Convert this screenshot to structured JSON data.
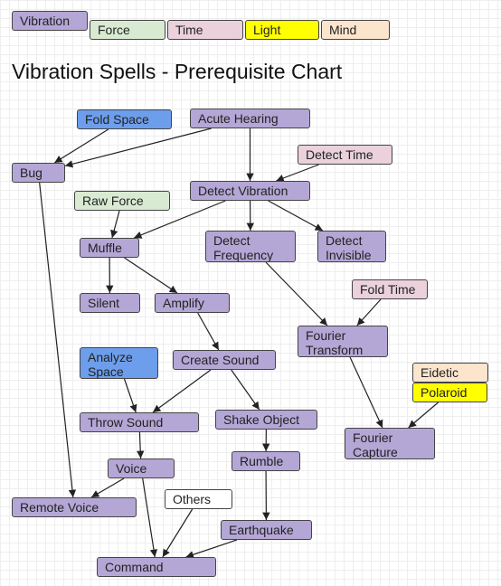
{
  "title": "Vibration Spells - Prerequisite Chart",
  "colors": {
    "vibration": "#b4a7d6",
    "force": "#d9ead3",
    "time": "#ead1dc",
    "light": "#ffff00",
    "mind": "#fce5cd",
    "space": "#6d9eeb",
    "other": "#ffffff",
    "edge": "#222222"
  },
  "legend": [
    {
      "id": "legend-vibration",
      "label": "Vibration",
      "category": "vibration"
    },
    {
      "id": "legend-force",
      "label": "Force",
      "category": "force"
    },
    {
      "id": "legend-time",
      "label": "Time",
      "category": "time"
    },
    {
      "id": "legend-light",
      "label": "Light",
      "category": "light"
    },
    {
      "id": "legend-mind",
      "label": "Mind",
      "category": "mind"
    }
  ],
  "nodes": [
    {
      "id": "fold-space",
      "label": "Fold Space",
      "category": "space"
    },
    {
      "id": "acute-hearing",
      "label": "Acute Hearing",
      "category": "vibration"
    },
    {
      "id": "bug",
      "label": "Bug",
      "category": "vibration"
    },
    {
      "id": "detect-time",
      "label": "Detect Time",
      "category": "time"
    },
    {
      "id": "raw-force",
      "label": "Raw Force",
      "category": "force"
    },
    {
      "id": "detect-vibration",
      "label": "Detect Vibration",
      "category": "vibration"
    },
    {
      "id": "muffle",
      "label": "Muffle",
      "category": "vibration"
    },
    {
      "id": "detect-frequency",
      "label": "Detect Frequency",
      "category": "vibration"
    },
    {
      "id": "detect-invisible",
      "label": "Detect Invisible",
      "category": "vibration"
    },
    {
      "id": "silent",
      "label": "Silent",
      "category": "vibration"
    },
    {
      "id": "amplify",
      "label": "Amplify",
      "category": "vibration"
    },
    {
      "id": "fold-time",
      "label": "Fold Time",
      "category": "time"
    },
    {
      "id": "fourier-transform",
      "label": "Fourier Transform",
      "category": "vibration"
    },
    {
      "id": "analyze-space",
      "label": "Analyze Space",
      "category": "space"
    },
    {
      "id": "create-sound",
      "label": "Create Sound",
      "category": "vibration"
    },
    {
      "id": "eidetic",
      "label": "Eidetic",
      "category": "mind"
    },
    {
      "id": "polaroid",
      "label": "Polaroid",
      "category": "light"
    },
    {
      "id": "throw-sound",
      "label": "Throw Sound",
      "category": "vibration"
    },
    {
      "id": "shake-object",
      "label": "Shake Object",
      "category": "vibration"
    },
    {
      "id": "fourier-capture",
      "label": "Fourier Capture",
      "category": "vibration"
    },
    {
      "id": "voice",
      "label": "Voice",
      "category": "vibration"
    },
    {
      "id": "rumble",
      "label": "Rumble",
      "category": "vibration"
    },
    {
      "id": "remote-voice",
      "label": "Remote Voice",
      "category": "vibration"
    },
    {
      "id": "others",
      "label": "Others",
      "category": "other"
    },
    {
      "id": "earthquake",
      "label": "Earthquake",
      "category": "vibration"
    },
    {
      "id": "command",
      "label": "Command",
      "category": "vibration"
    }
  ],
  "edges": [
    [
      "fold-space",
      "bug"
    ],
    [
      "acute-hearing",
      "bug"
    ],
    [
      "acute-hearing",
      "detect-vibration"
    ],
    [
      "detect-time",
      "detect-vibration"
    ],
    [
      "raw-force",
      "muffle"
    ],
    [
      "detect-vibration",
      "muffle"
    ],
    [
      "detect-vibration",
      "detect-frequency"
    ],
    [
      "detect-vibration",
      "detect-invisible"
    ],
    [
      "muffle",
      "silent"
    ],
    [
      "muffle",
      "amplify"
    ],
    [
      "amplify",
      "create-sound"
    ],
    [
      "detect-frequency",
      "fourier-transform"
    ],
    [
      "fold-time",
      "fourier-transform"
    ],
    [
      "analyze-space",
      "throw-sound"
    ],
    [
      "create-sound",
      "throw-sound"
    ],
    [
      "create-sound",
      "shake-object"
    ],
    [
      "fourier-transform",
      "fourier-capture"
    ],
    [
      "polaroid",
      "fourier-capture"
    ],
    [
      "throw-sound",
      "voice"
    ],
    [
      "shake-object",
      "rumble"
    ],
    [
      "rumble",
      "earthquake"
    ],
    [
      "bug",
      "remote-voice"
    ],
    [
      "voice",
      "remote-voice"
    ],
    [
      "voice",
      "command"
    ],
    [
      "others",
      "command"
    ],
    [
      "earthquake",
      "command"
    ]
  ]
}
